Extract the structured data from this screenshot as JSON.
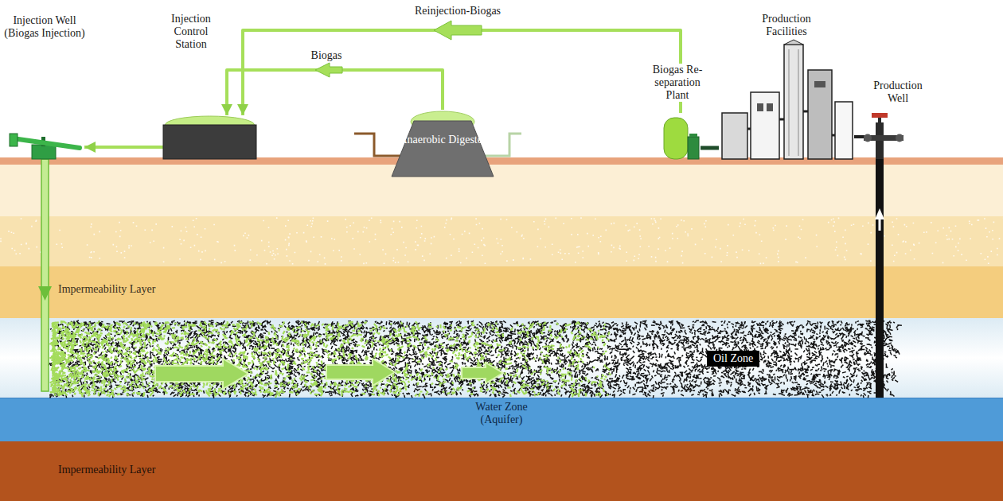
{
  "diagram": {
    "nodes": [
      {
        "text": [
          "Injection Well (Biogas Injection)"
        ]
      },
      {
        "text": [
          "Injection Control Station"
        ]
      },
      {
        "text": [
          "Anaerobic Digester"
        ]
      },
      {
        "text": [
          "Biogas Re-separation Plant"
        ]
      },
      {
        "text": [
          "Production Facilities"
        ]
      },
      {
        "text": [
          "Production Well"
        ]
      },
      {
        "text": [
          "Impermeability Layer"
        ]
      },
      {
        "text": [
          "Oil Zone"
        ]
      },
      {
        "text": [
          "Water Zone (Aquifer)"
        ]
      },
      {
        "text": [
          "Impermeability Layer"
        ]
      }
    ],
    "edges": [
      {
        "from": 2,
        "to": 1,
        "arrow": "to",
        "label": "Biogas"
      },
      {
        "from": 3,
        "to": 1,
        "arrow": "to",
        "label": "Reinjection-Biogas"
      },
      {
        "from": 1,
        "to": 0,
        "arrow": "to"
      },
      {
        "from": 5,
        "to": 4,
        "arrow": "none"
      },
      {
        "from": 4,
        "to": 3,
        "arrow": "none"
      }
    ]
  }
}
